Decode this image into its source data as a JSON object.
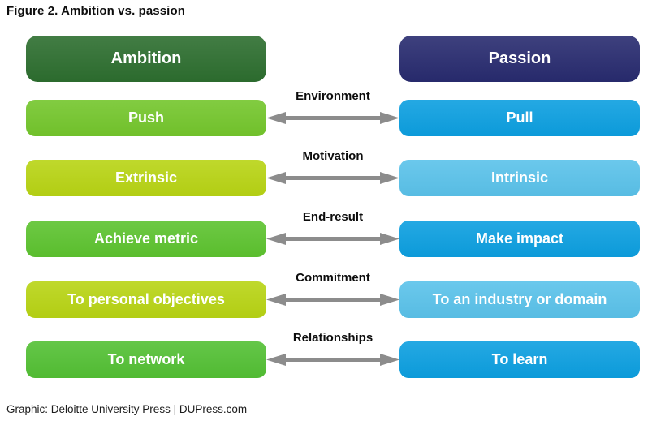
{
  "figure": {
    "title": "Figure 2. Ambition vs. passion",
    "credit": "Graphic: Deloitte University Press | DUPress.com"
  },
  "headers": {
    "left": {
      "label": "Ambition",
      "color": "#2d6e2f"
    },
    "right": {
      "label": "Passion",
      "color": "#282b6f"
    }
  },
  "rows": [
    {
      "dimension": "Environment",
      "left": {
        "label": "Push",
        "color": "#74c62c"
      },
      "right": {
        "label": "Pull",
        "color": "#0c9fe0"
      }
    },
    {
      "dimension": "Motivation",
      "left": {
        "label": "Extrinsic",
        "color": "#b8d414"
      },
      "right": {
        "label": "Intrinsic",
        "color": "#5ac2ea"
      }
    },
    {
      "dimension": "End-result",
      "left": {
        "label": "Achieve metric",
        "color": "#5dc32f"
      },
      "right": {
        "label": "Make impact",
        "color": "#0c9fe0"
      }
    },
    {
      "dimension": "Commitment",
      "left": {
        "label": "To personal objectives",
        "color": "#b8d414"
      },
      "right": {
        "label": "To an industry or domain",
        "color": "#5ac2ea"
      }
    },
    {
      "dimension": "Relationships",
      "left": {
        "label": "To network",
        "color": "#53c034"
      },
      "right": {
        "label": "To learn",
        "color": "#0c9fe0"
      }
    }
  ],
  "arrow_color": "#8c8c8c"
}
